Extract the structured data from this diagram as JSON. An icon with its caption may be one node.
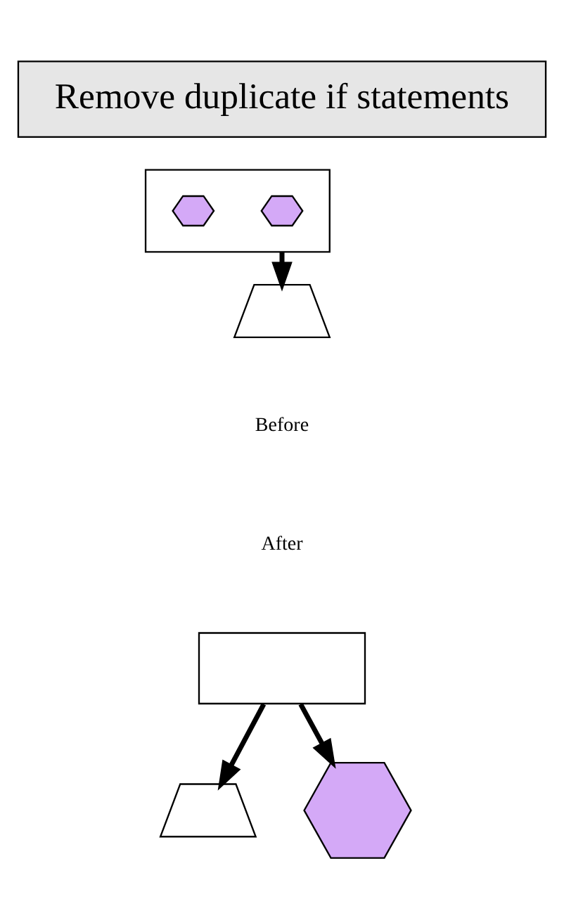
{
  "diagram": {
    "nodes": [
      {
        "text": [
          "Remove duplicate if statements"
        ]
      },
      {
        "text": [],
        "shape": "box"
      },
      {
        "text": [],
        "shape": "hexagon",
        "in": 1
      },
      {
        "text": [],
        "shape": "hexagon",
        "in": 1
      },
      {
        "text": [],
        "shape": "trapezoid"
      },
      {
        "text": [],
        "shape": "box"
      },
      {
        "text": [],
        "shape": "trapezoid"
      },
      {
        "text": [],
        "shape": "hexagon"
      }
    ],
    "edges": [
      {
        "from": 1,
        "to": 4,
        "arrow": "to"
      },
      {
        "from": 5,
        "to": 6,
        "arrow": "to"
      },
      {
        "from": 5,
        "to": 7,
        "arrow": "to"
      }
    ],
    "labels": [
      "Before",
      "After"
    ]
  }
}
